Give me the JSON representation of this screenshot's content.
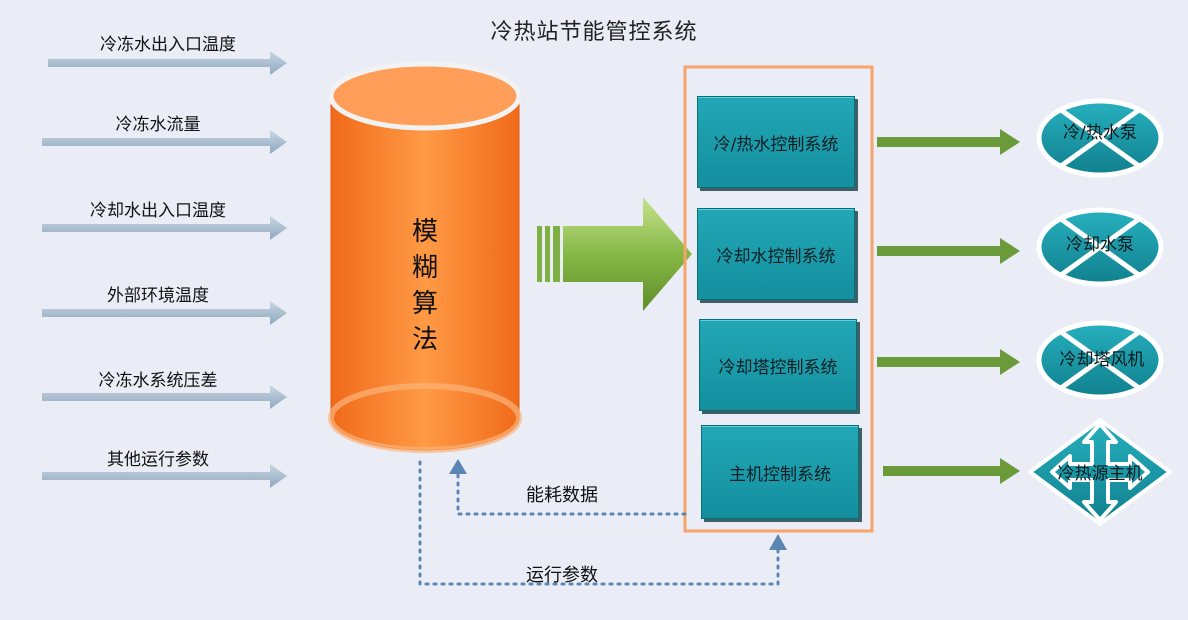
{
  "title": "冷热站节能管控系统",
  "inputs": [
    {
      "label": "冷冻水出入口温度"
    },
    {
      "label": "冷冻水流量"
    },
    {
      "label": "冷却水出入口温度"
    },
    {
      "label": "外部环境温度"
    },
    {
      "label": "冷冻水系统压差"
    },
    {
      "label": "其他运行参数"
    }
  ],
  "processor": {
    "label_chars": [
      "模",
      "糊",
      "算",
      "法"
    ]
  },
  "control_systems": [
    {
      "label": "冷/热水控制系统"
    },
    {
      "label": "冷却水控制系统"
    },
    {
      "label": "冷却塔控制系统"
    },
    {
      "label": "主机控制系统"
    }
  ],
  "devices": [
    {
      "label": "冷/热水泵"
    },
    {
      "label": "冷却水泵"
    },
    {
      "label": "冷却塔风机"
    },
    {
      "label": "冷热源主机"
    }
  ],
  "feedback": {
    "energy_label": "能耗数据",
    "params_label": "运行参数"
  },
  "colors": {
    "background": "#eaedf6",
    "cylinder": "#ff8c3a",
    "control_box": "#1aa0af",
    "device": "#1aa0af",
    "output_arrow": "#6a9a3a",
    "input_arrow": "#9fb7c9",
    "frame": "#f7a36a",
    "feedback_line": "#5b86b3"
  }
}
